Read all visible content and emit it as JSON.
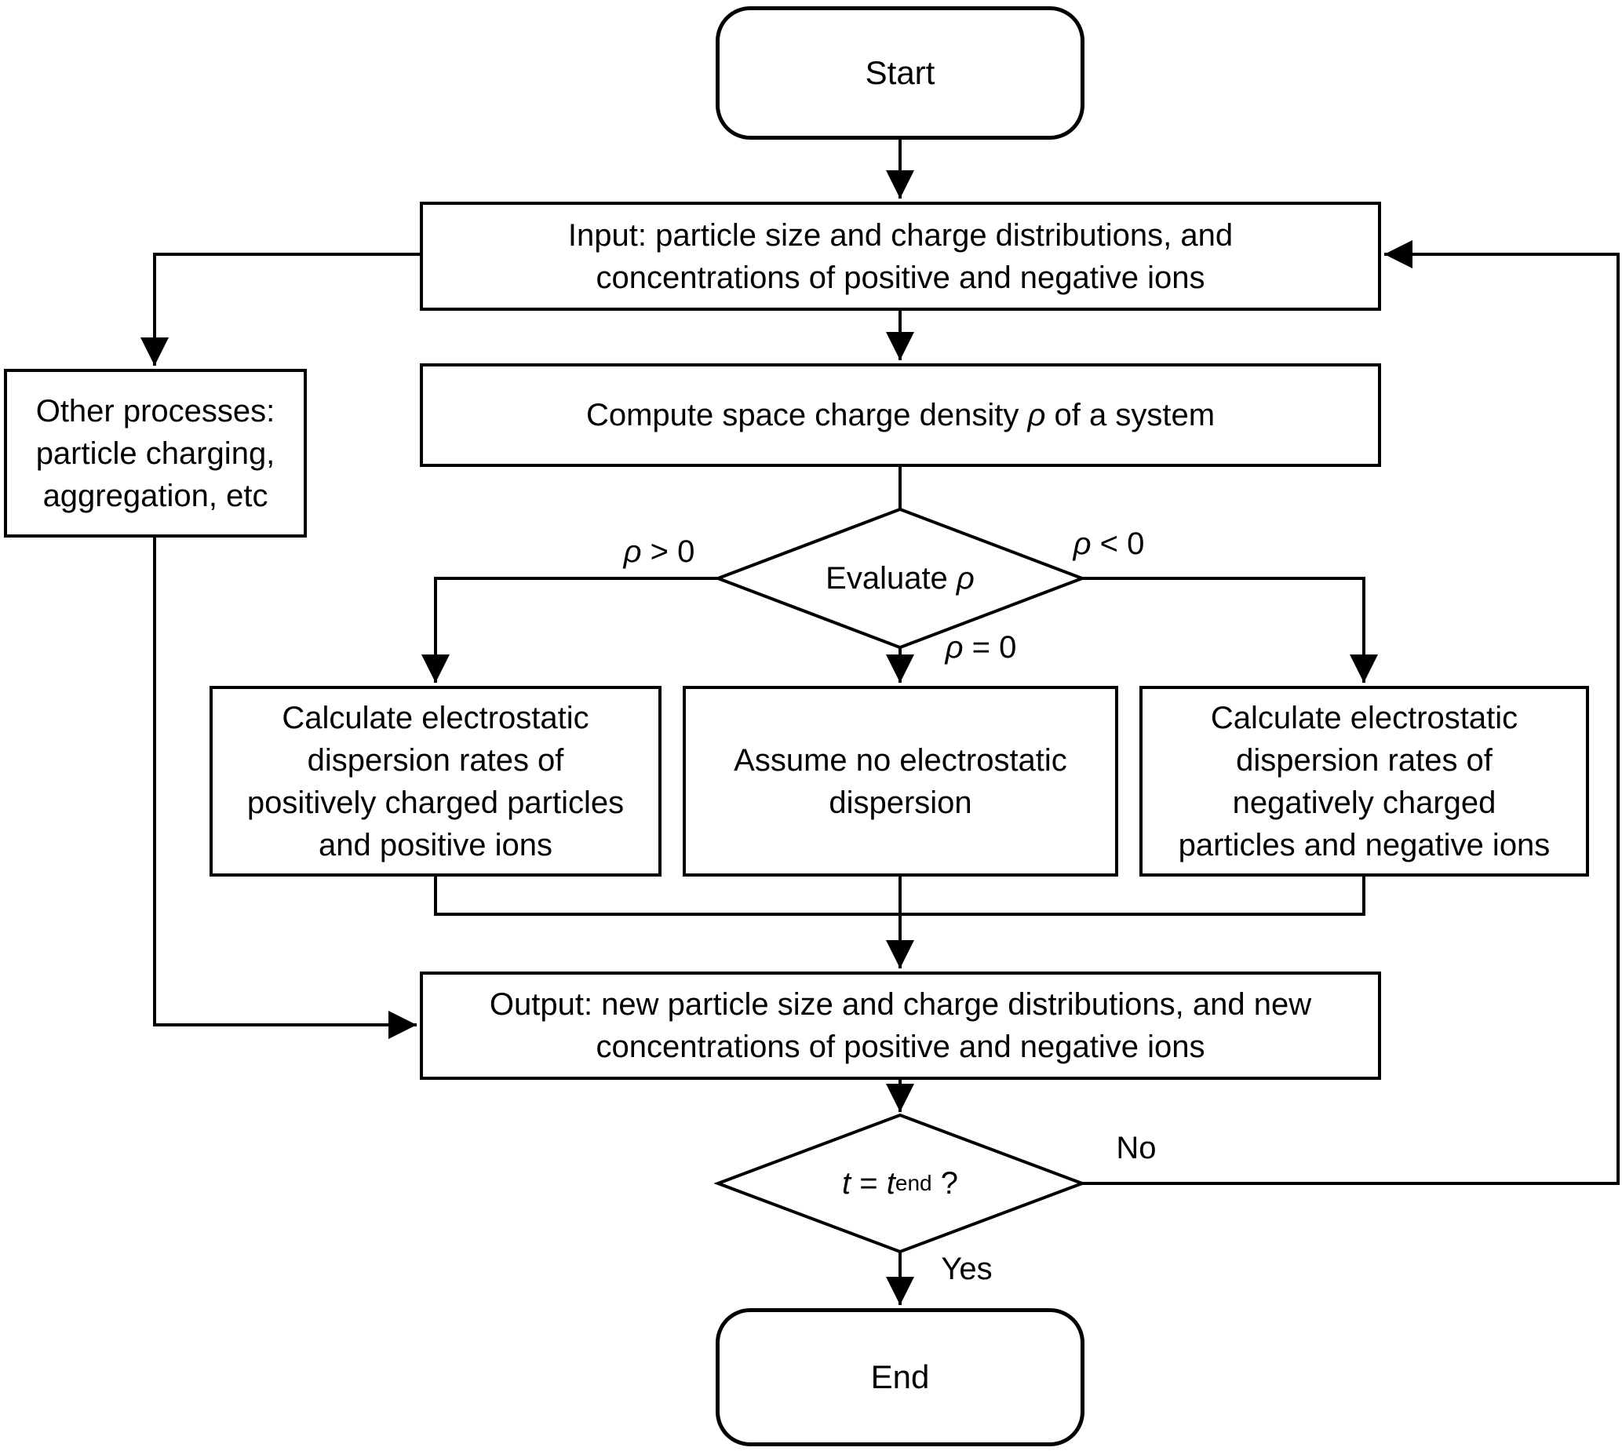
{
  "canvas": {
    "background": "#ffffff",
    "line_color": "#000000",
    "text_color": "#000000"
  },
  "nodes": {
    "start": {
      "label": "Start"
    },
    "input": {
      "lines": [
        "Input: particle size and charge distributions, and",
        "concentrations of positive and negative ions"
      ]
    },
    "other_processes": {
      "lines": [
        "Other processes:",
        "particle charging,",
        "aggregation, etc"
      ]
    },
    "compute": {
      "pre": "Compute space charge density ",
      "symbol": "ρ",
      "post": " of a system"
    },
    "evaluate": {
      "pre": "Evaluate ",
      "symbol": "ρ"
    },
    "calc_positive": {
      "lines": [
        "Calculate electrostatic",
        "dispersion rates of",
        "positively charged particles",
        "and positive ions"
      ]
    },
    "assume_none": {
      "lines": [
        "Assume no electrostatic",
        "dispersion"
      ]
    },
    "calc_negative": {
      "lines": [
        "Calculate electrostatic",
        "dispersion rates of",
        "negatively charged",
        "particles and negative ions"
      ]
    },
    "output": {
      "lines": [
        "Output: new particle size and charge distributions, and new",
        "concentrations of positive and negative ions"
      ]
    },
    "time_check": {
      "var1": "t",
      "op": " = ",
      "var2": "t",
      "subscript": "end",
      "suffix": " ?"
    },
    "end": {
      "label": "End"
    }
  },
  "edge_labels": {
    "rho_positive": {
      "symbol": "ρ",
      "rest": " > 0"
    },
    "rho_zero": {
      "symbol": "ρ",
      "rest": " = 0"
    },
    "rho_negative": {
      "symbol": "ρ",
      "rest": " < 0"
    },
    "no": "No",
    "yes": "Yes"
  }
}
